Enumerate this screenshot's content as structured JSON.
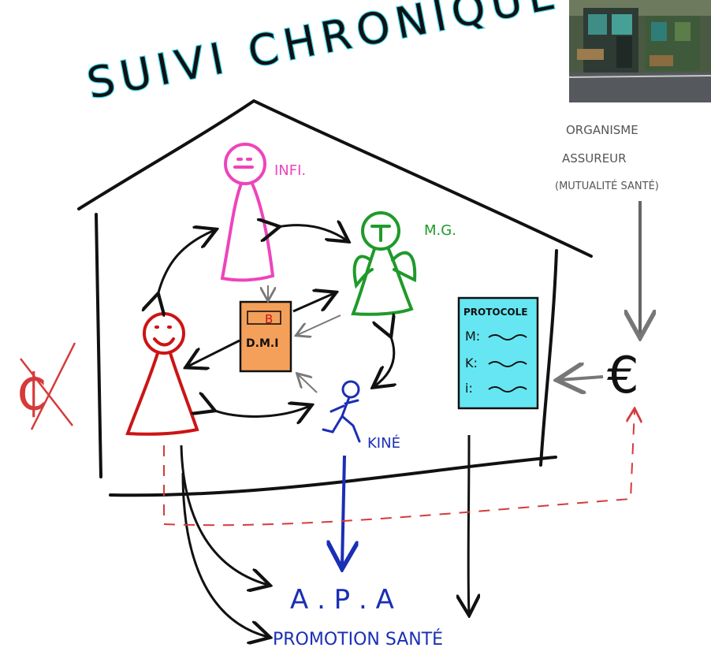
{
  "title": "SUIVI CHRONIQUE",
  "nodes": {
    "infi": "INFI.",
    "mg": "M.G.",
    "kine": "KINÉ",
    "dmi": "D.M.I",
    "dmi_mark": "B"
  },
  "protocol": {
    "heading": "PROTOCOLE",
    "lines": [
      "M:",
      "K:",
      "i:"
    ]
  },
  "insurer": {
    "line1": "ORGANISME",
    "line2": "ASSUREUR",
    "line3": "(MUTUALITÉ SANTÉ)"
  },
  "outputs": {
    "apa": "A . P . A",
    "promotion": "PROMOTION SANTÉ"
  },
  "symbols": {
    "euro": "€",
    "crossed_currency": "₵"
  },
  "colors": {
    "nurse": "#ee44bb",
    "doctor": "#1f9a2a",
    "patient": "#cc1414",
    "physio": "#1a2fb5",
    "dmi_fill": "#f4a05a",
    "protocol_fill": "#66e6f2",
    "title_accent": "#3fd6ee",
    "dashed": "#d63a3a"
  }
}
